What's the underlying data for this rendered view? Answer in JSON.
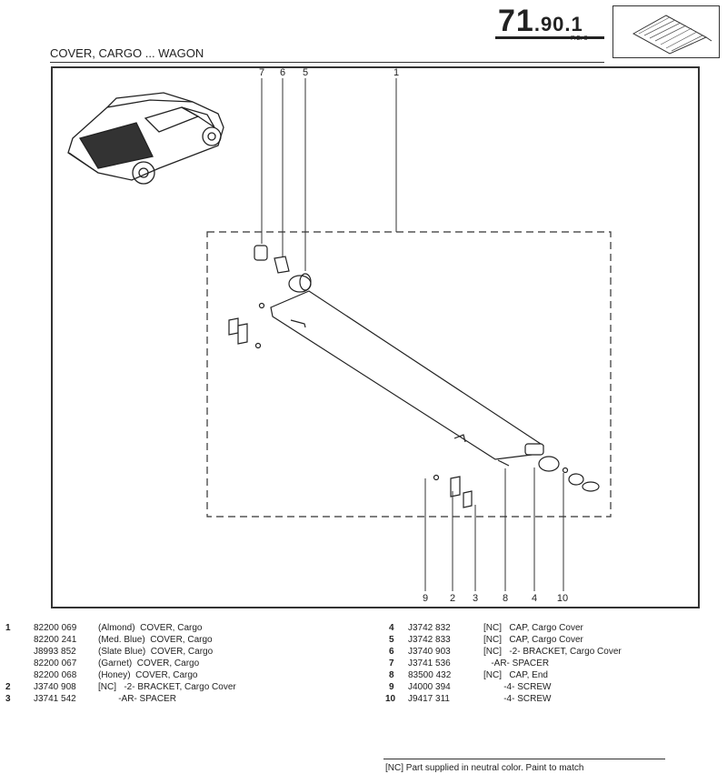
{
  "header": {
    "page_number_main": "71",
    "page_number_sub": ".90.1",
    "page_code": "P.C. 3",
    "title": "COVER, CARGO ... WAGON"
  },
  "callouts": {
    "top": [
      "7",
      "6",
      "5",
      "1"
    ],
    "bottom": [
      "9",
      "2",
      "3",
      "8",
      "4",
      "10"
    ]
  },
  "parts_left": [
    {
      "item": "1",
      "part": "82200 069",
      "desc": "(Almond)  COVER, Cargo"
    },
    {
      "item": "",
      "part": "82200 241",
      "desc": "(Med. Blue)  COVER, Cargo"
    },
    {
      "item": "",
      "part": "J8993 852",
      "desc": "(Slate Blue)  COVER, Cargo"
    },
    {
      "item": "",
      "part": "82200 067",
      "desc": "(Garnet)  COVER, Cargo"
    },
    {
      "item": "",
      "part": "82200 068",
      "desc": "(Honey)  COVER, Cargo"
    },
    {
      "item": "2",
      "part": "J3740 908",
      "desc": "[NC]   -2- BRACKET, Cargo Cover"
    },
    {
      "item": "3",
      "part": "J3741 542",
      "desc": "        -AR- SPACER"
    }
  ],
  "parts_right": [
    {
      "item": "4",
      "part": "J3742 832",
      "desc": "[NC]   CAP, Cargo Cover"
    },
    {
      "item": "5",
      "part": "J3742 833",
      "desc": "[NC]   CAP, Cargo Cover"
    },
    {
      "item": "6",
      "part": "J3740 903",
      "desc": "[NC]   -2- BRACKET, Cargo Cover"
    },
    {
      "item": "7",
      "part": "J3741 536",
      "desc": "   -AR- SPACER"
    },
    {
      "item": "8",
      "part": "83500 432",
      "desc": "[NC]   CAP, End"
    },
    {
      "item": "9",
      "part": "J4000 394",
      "desc": "        -4- SCREW"
    },
    {
      "item": "10",
      "part": "J9417 311",
      "desc": "        -4- SCREW"
    }
  ],
  "footnote": "[NC] Part supplied in neutral color. Paint to match"
}
